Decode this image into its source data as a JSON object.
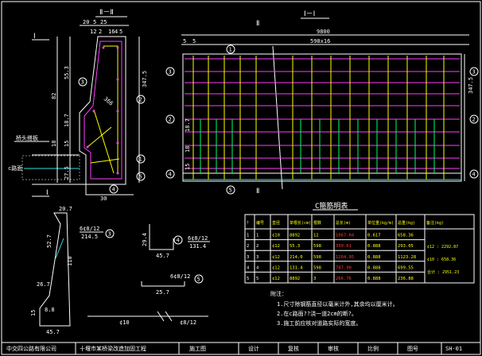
{
  "section_left_title": "Ⅱ－Ⅱ",
  "section_right_title": "Ⅰ－Ⅰ",
  "cut_mark_1": "Ⅰ",
  "cut_mark_2": "Ⅱ",
  "left_top_dims": [
    "20",
    "5",
    "25",
    "16",
    "5",
    "12"
  ],
  "left_top_bars": [
    "2",
    "4"
  ],
  "left_side_dims": [
    "55.3",
    "82",
    "347.5",
    "18.7",
    "18",
    "15",
    "27.5"
  ],
  "left_mid_label": "366",
  "left_bottom_dim": "30",
  "left_callouts": [
    "3",
    "2",
    "1",
    "4",
    "5"
  ],
  "left_notes": [
    "桥头搭板",
    "c路面"
  ],
  "right_top_dims": [
    "5",
    "5",
    "9800"
  ],
  "right_top_spacing": "598x16",
  "right_side_dims": [
    "347.5",
    "18.7",
    "18",
    "15"
  ],
  "right_callouts_left": [
    "3",
    "2",
    "4"
  ],
  "right_callouts_right": [
    "3",
    "2",
    "4"
  ],
  "right_bottom_callout": "5",
  "right_top_callout": "1",
  "bar_shape_1": {
    "dims": [
      "20.7",
      "52.7",
      "110",
      "26.7",
      "15",
      "8.8",
      "45.7"
    ],
    "label": "6¢8/12",
    "sub": "214.5",
    "callout": "3"
  },
  "bar_shape_2": {
    "dims": [
      "29.4",
      "45.7"
    ],
    "label": "6¢8/12",
    "sub": "131.4",
    "callout": "4"
  },
  "bar_shape_3": {
    "label": "6¢8/12",
    "dim": "25.7",
    "callout": "5"
  },
  "bar_shape_4": {
    "label_a": "¢10",
    "label_b": "¢8/12"
  },
  "table_title": "C箍筋明表",
  "table_headers": [
    "？",
    "编号",
    "直径",
    "单根长(cm)",
    "根数",
    "总长(m)",
    "单位重(kg/m)",
    "总重(kg)",
    "备注(kg)"
  ],
  "table_rows": [
    [
      "1",
      "1",
      "¢10",
      "8892",
      "12",
      "1067.04",
      "0.617",
      "658.36"
    ],
    [
      "2",
      "2",
      "¢12",
      "55.3",
      "598",
      "330.01",
      "0.888",
      "293.05"
    ],
    [
      "3",
      "3",
      "¢12",
      "214.0",
      "598",
      "1264.95",
      "0.888",
      "1123.28"
    ],
    [
      "4",
      "4",
      "¢12",
      "131.4",
      "598",
      "787.90",
      "0.888",
      "699.55"
    ],
    [
      "5",
      "5",
      "¢12",
      "8892",
      "3",
      "266.76",
      "0.888",
      "236.88"
    ]
  ],
  "table_note_a": "¢12 : 2292.87",
  "table_note_b": "¢10 : 658.36",
  "table_note_c": "合计 : 2951.23",
  "notes_title": "附注：",
  "notes": [
    "1.尺寸除钢筋直径以毫米计外,其余均以厘米计。",
    "2.在c路面??浇一道2cm的断?。",
    "3.施工前应核对道路实际的宽度。"
  ],
  "title_block": [
    "中交四公路有限公司",
    "十堰市某桥梁改造加固工程",
    "施工图",
    "设计",
    "复核",
    "审核",
    "比例",
    "图号",
    "SH-01"
  ]
}
